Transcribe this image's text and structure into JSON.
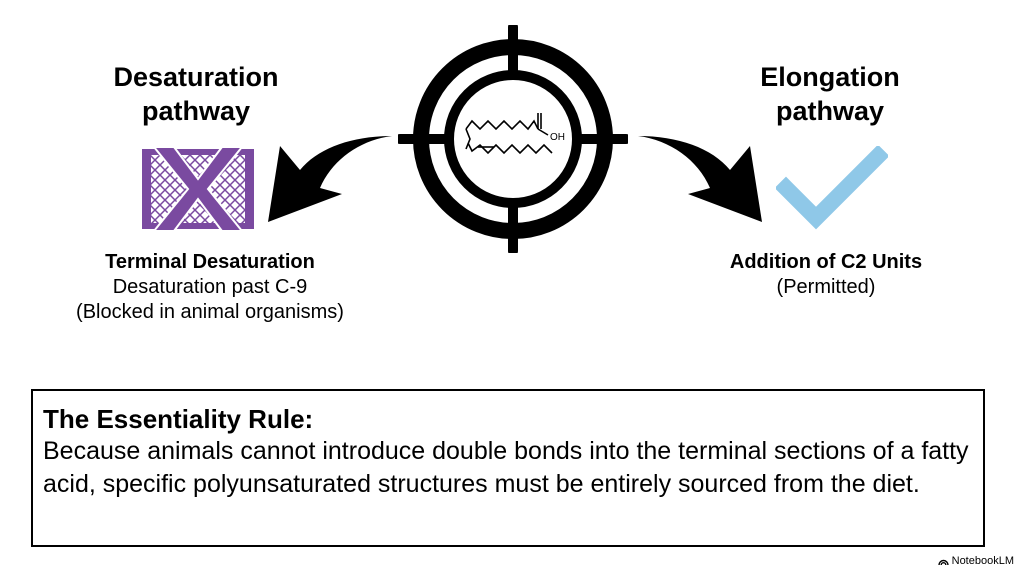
{
  "left": {
    "title_line1": "Desaturation",
    "title_line2": "pathway",
    "caption_bold": "Terminal Desaturation",
    "caption_line2": "Desaturation past C-9",
    "caption_line3": "(Blocked in animal organisms)",
    "icon": "blocked-x-icon",
    "icon_color": "#7a4aa0"
  },
  "right": {
    "title_line1": "Elongation",
    "title_line2": "pathway",
    "caption_bold": "Addition of C2 Units",
    "caption_line2": "(Permitted)",
    "icon": "checkmark-icon",
    "icon_color": "#8fc8e8"
  },
  "center": {
    "icon": "crosshair-target-icon",
    "molecule_label": "OH"
  },
  "rule": {
    "title": "The Essentiality Rule:",
    "body": "Because animals cannot introduce double bonds into the terminal sections of a fatty acid, specific polyunsaturated structures must be entirely sourced from the diet."
  },
  "brand": {
    "label": "NotebookLM"
  }
}
